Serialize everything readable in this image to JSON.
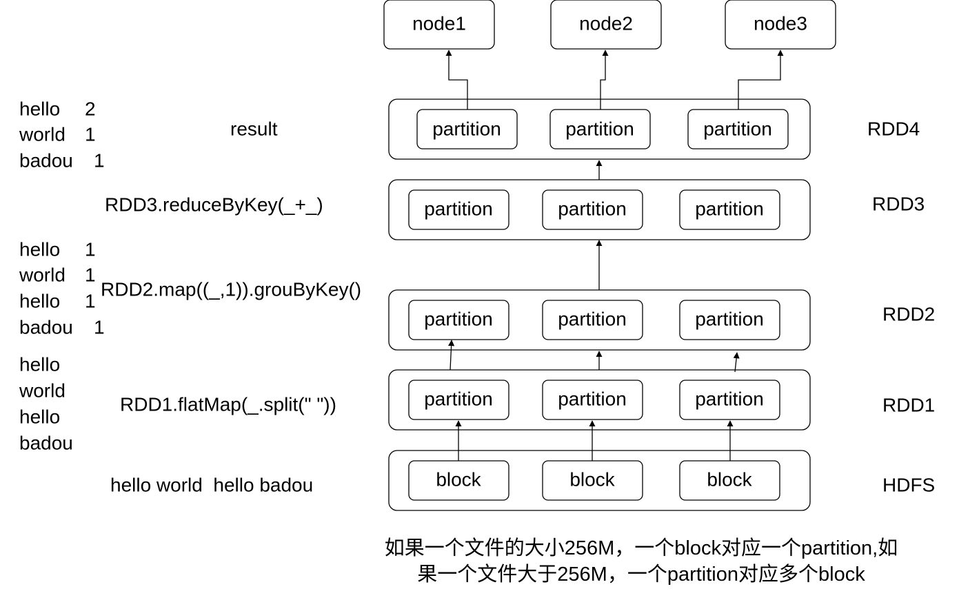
{
  "nodes": [
    "node1",
    "node2",
    "node3"
  ],
  "layers": [
    {
      "label": "RDD4",
      "cells": [
        "partition",
        "partition",
        "partition"
      ]
    },
    {
      "label": "RDD3",
      "cells": [
        "partition",
        "partition",
        "partition"
      ]
    },
    {
      "label": "RDD2",
      "cells": [
        "partition",
        "partition",
        "partition"
      ]
    },
    {
      "label": "RDD1",
      "cells": [
        "partition",
        "partition",
        "partition"
      ]
    },
    {
      "label": "HDFS",
      "cells": [
        "block",
        "block",
        "block"
      ]
    }
  ],
  "operations": {
    "result": "result",
    "reduce": "RDD3.reduceByKey(_+_)",
    "map": "RDD2.map((_,1)).grouByKey()",
    "flatmap": "RDD1.flatMap(_.split(\" \"))",
    "input": "hello world  hello badou"
  },
  "data_samples": {
    "result": [
      {
        "word": "hello",
        "count": "2"
      },
      {
        "word": "world",
        "count": "1"
      },
      {
        "word": "badou",
        "count": "1"
      }
    ],
    "mapped": [
      {
        "word": "hello",
        "count": "1"
      },
      {
        "word": "world",
        "count": "1"
      },
      {
        "word": "hello",
        "count": "1"
      },
      {
        "word": "badou",
        "count": "1"
      }
    ],
    "words": [
      "hello",
      "world",
      "hello",
      "badou"
    ]
  },
  "footnote": {
    "line1": "如果一个文件的大小256M，一个block对应一个partition,如",
    "line2": "果一个文件大于256M，一个partition对应多个block"
  }
}
